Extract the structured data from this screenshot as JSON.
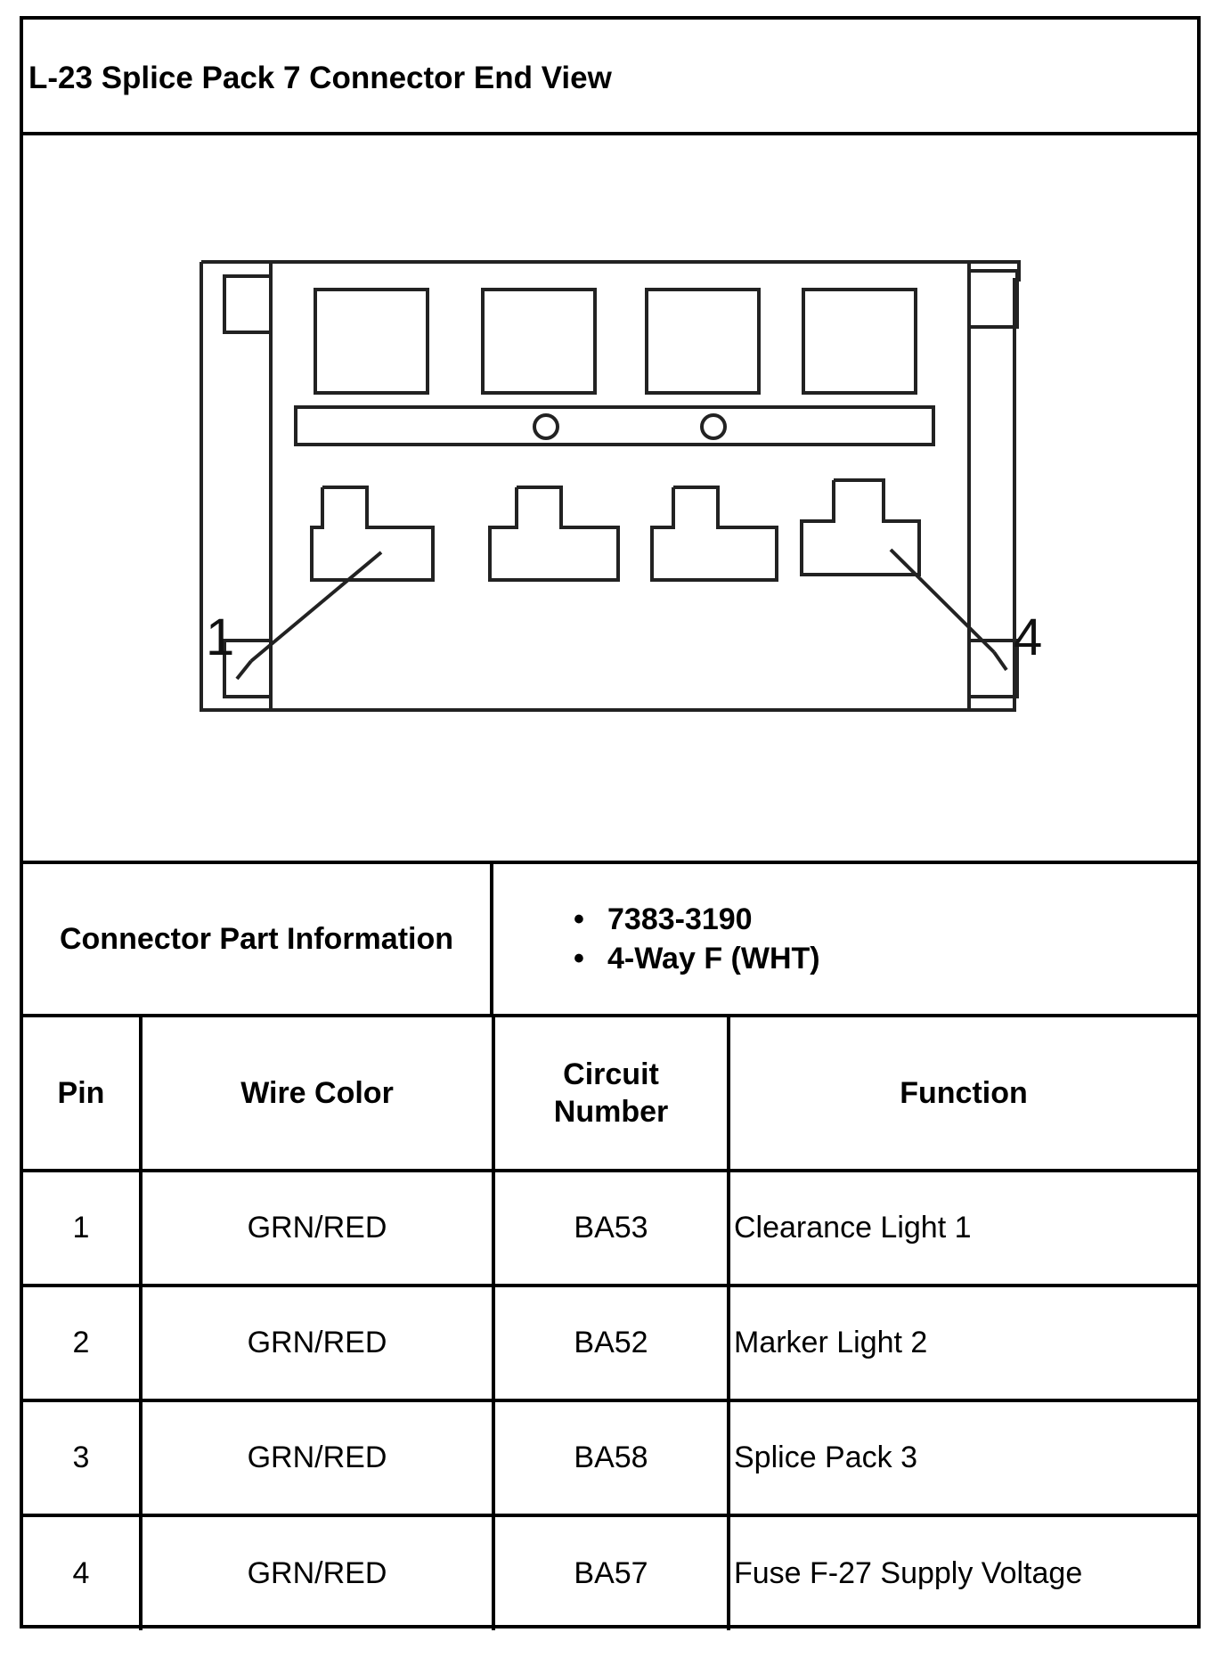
{
  "title": "L-23 Splice Pack 7 Connector End View",
  "diagram": {
    "callouts": [
      "1",
      "4"
    ]
  },
  "connector_info": {
    "label": "Connector Part Information",
    "bullet": "•",
    "items": [
      "7383-3190",
      "4-Way F (WHT)"
    ]
  },
  "table": {
    "headers": {
      "pin": "Pin",
      "wire_color": "Wire Color",
      "circuit_line1": "Circuit",
      "circuit_line2": "Number",
      "function": "Function"
    },
    "rows": [
      {
        "pin": "1",
        "wire_color": "GRN/RED",
        "circuit": "BA53",
        "function": "Clearance Light 1"
      },
      {
        "pin": "2",
        "wire_color": "GRN/RED",
        "circuit": "BA52",
        "function": "Marker Light 2"
      },
      {
        "pin": "3",
        "wire_color": "GRN/RED",
        "circuit": "BA58",
        "function": "Splice Pack 3"
      },
      {
        "pin": "4",
        "wire_color": "GRN/RED",
        "circuit": "BA57",
        "function": "Fuse F-27 Supply Voltage"
      }
    ]
  }
}
